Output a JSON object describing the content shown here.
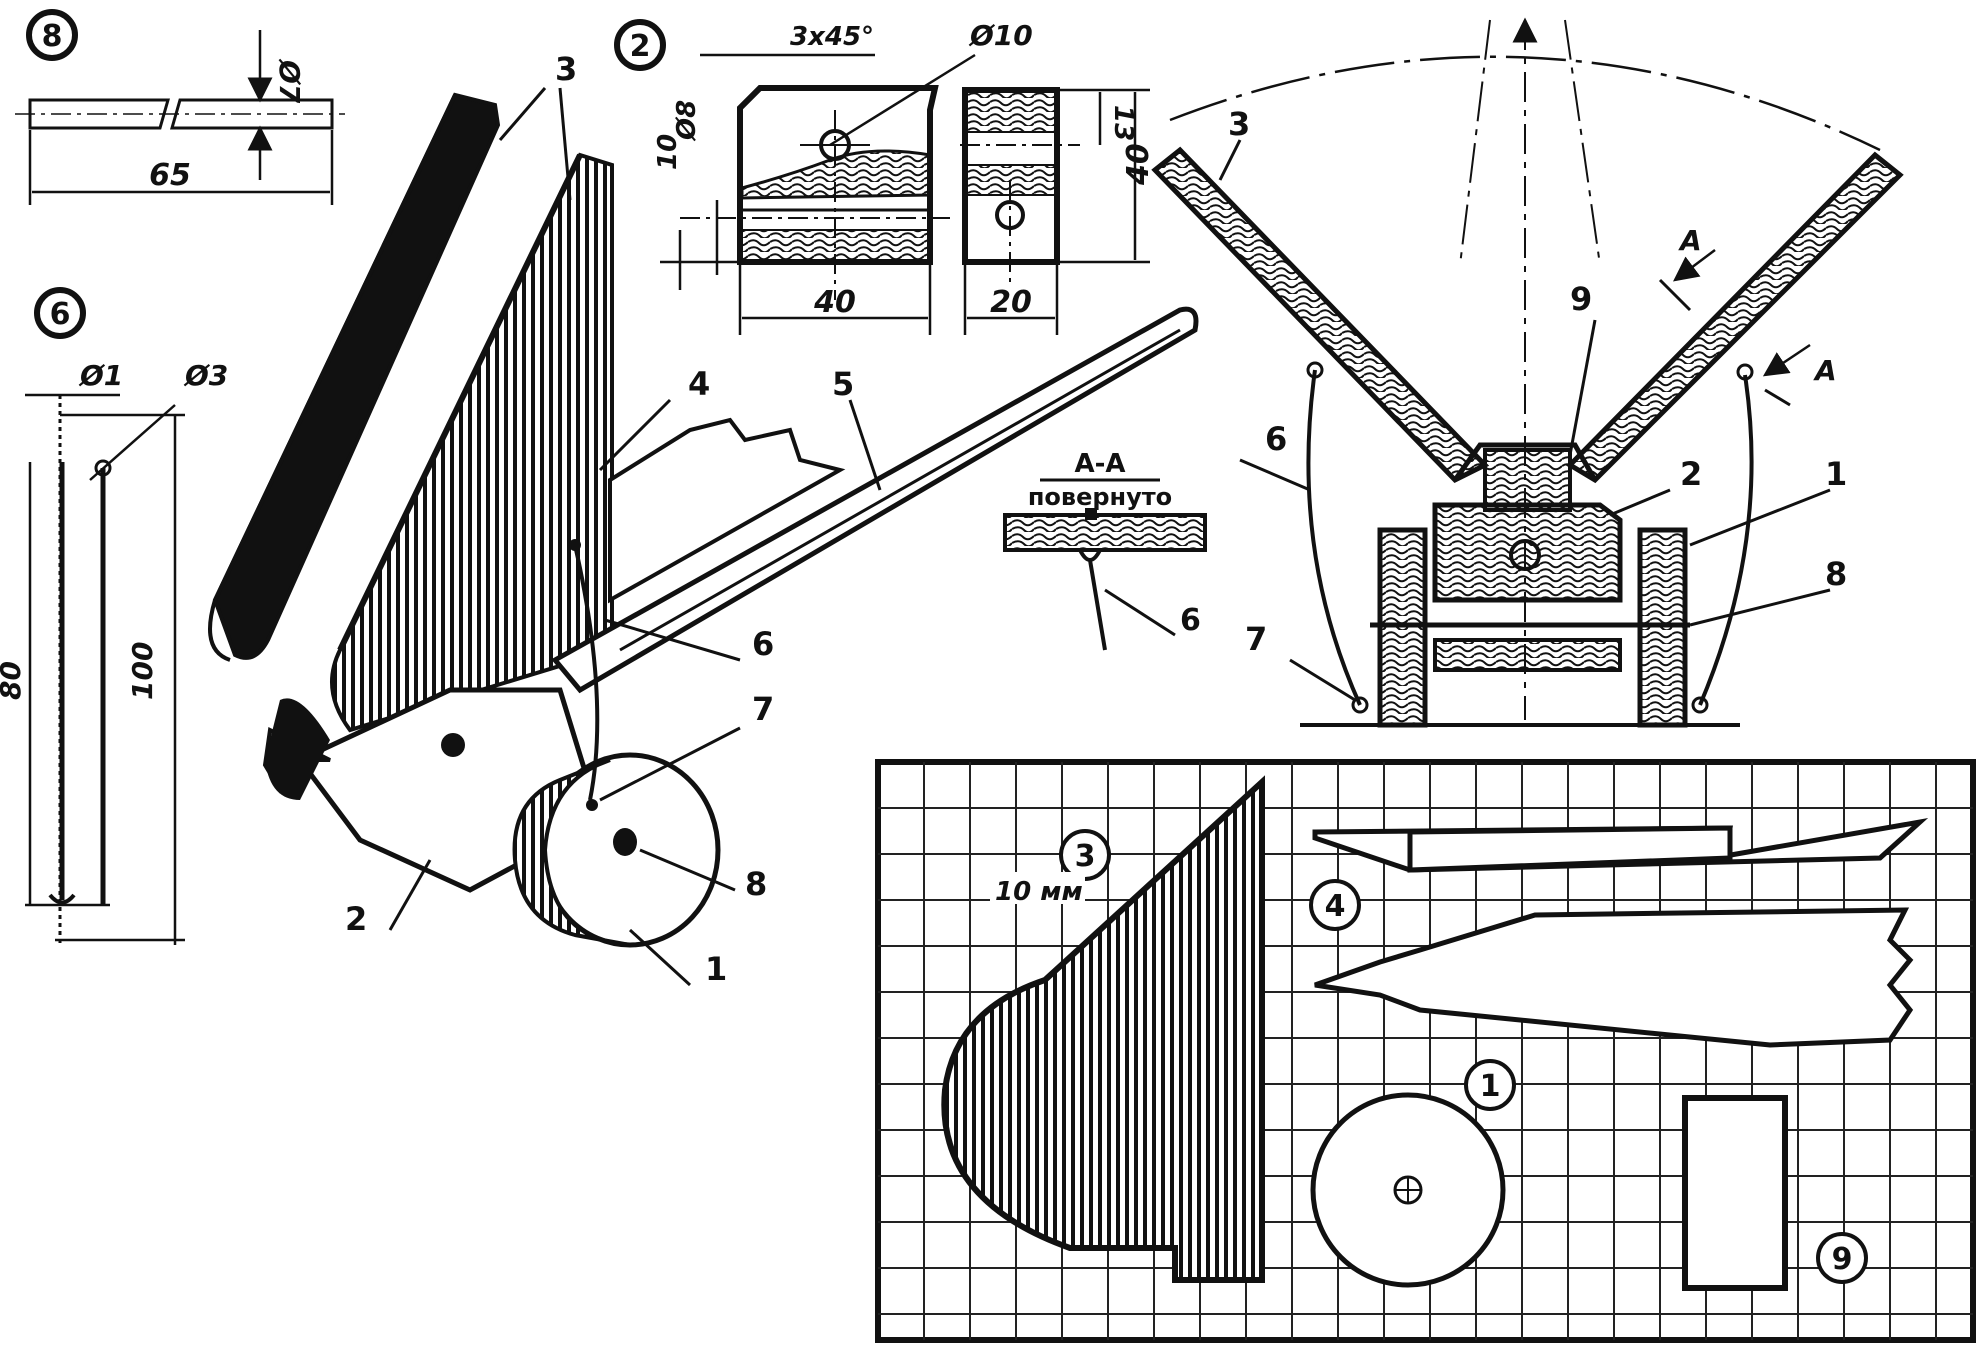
{
  "part8": {
    "badge": "8",
    "dia": "Ø7",
    "length": "65"
  },
  "part2": {
    "badge": "2",
    "chamfer": "3x45°",
    "hole_big": "Ø10",
    "hole_small": "Ø8",
    "dim_10": "10",
    "width": "40",
    "height": "40",
    "depth": "20",
    "offset": "13"
  },
  "part6": {
    "badge": "6",
    "dia_wire": "Ø1",
    "dia_loop": "Ø3",
    "len_short": "80",
    "len_long": "100"
  },
  "assembly_callouts": {
    "c3": "3",
    "c4": "4",
    "c5": "5",
    "c6": "6",
    "c7": "7",
    "c8": "8",
    "c2": "2",
    "c1": "1"
  },
  "section": {
    "title": "А-А",
    "subtitle": "повернуто",
    "c6": "6"
  },
  "front_view": {
    "c3": "3",
    "c9": "9",
    "c6": "6",
    "c2": "2",
    "c1": "1",
    "c8": "8",
    "c7": "7",
    "a_top": "А",
    "a_right": "А"
  },
  "template": {
    "c3": "3",
    "scale": "10 мм",
    "c4": "4",
    "c1": "1",
    "c9": "9"
  },
  "colors": {
    "ink": "#111111",
    "paper": "#ffffff"
  }
}
